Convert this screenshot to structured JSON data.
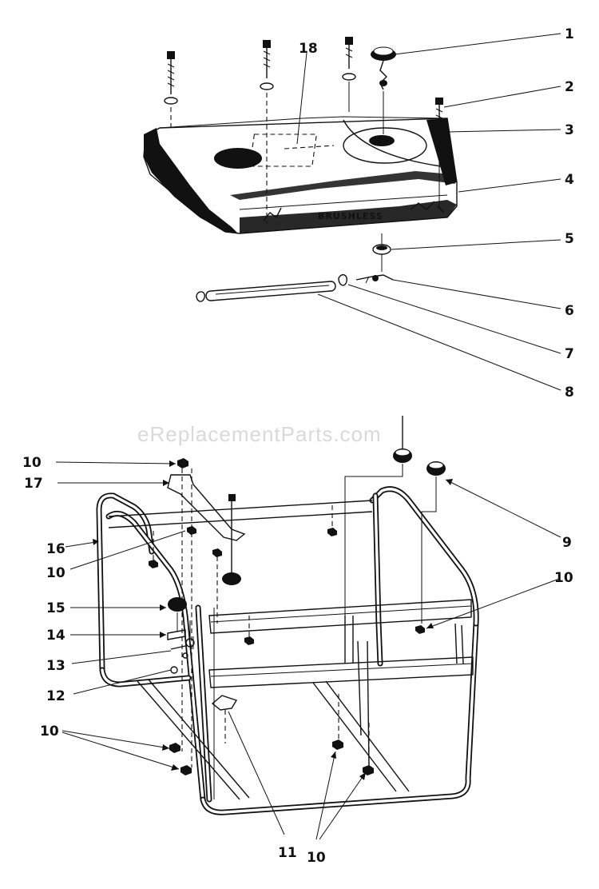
{
  "watermark": "eReplacementParts.com",
  "tank_stencil": "BRUSHLESS",
  "callouts": [
    {
      "id": "c1",
      "label": "1"
    },
    {
      "id": "c2",
      "label": "2"
    },
    {
      "id": "c3",
      "label": "3"
    },
    {
      "id": "c4",
      "label": "4"
    },
    {
      "id": "c5",
      "label": "5"
    },
    {
      "id": "c6",
      "label": "6"
    },
    {
      "id": "c7",
      "label": "7"
    },
    {
      "id": "c8",
      "label": "8"
    },
    {
      "id": "c18",
      "label": "18"
    },
    {
      "id": "c10a",
      "label": "10"
    },
    {
      "id": "c17",
      "label": "17"
    },
    {
      "id": "c16",
      "label": "16"
    },
    {
      "id": "c10b",
      "label": "10"
    },
    {
      "id": "c9",
      "label": "9"
    },
    {
      "id": "c10c",
      "label": "10"
    },
    {
      "id": "c15",
      "label": "15"
    },
    {
      "id": "c14",
      "label": "14"
    },
    {
      "id": "c13",
      "label": "13"
    },
    {
      "id": "c12",
      "label": "12"
    },
    {
      "id": "c10d",
      "label": "10"
    },
    {
      "id": "c11",
      "label": "11"
    },
    {
      "id": "c10e",
      "label": "10"
    }
  ]
}
